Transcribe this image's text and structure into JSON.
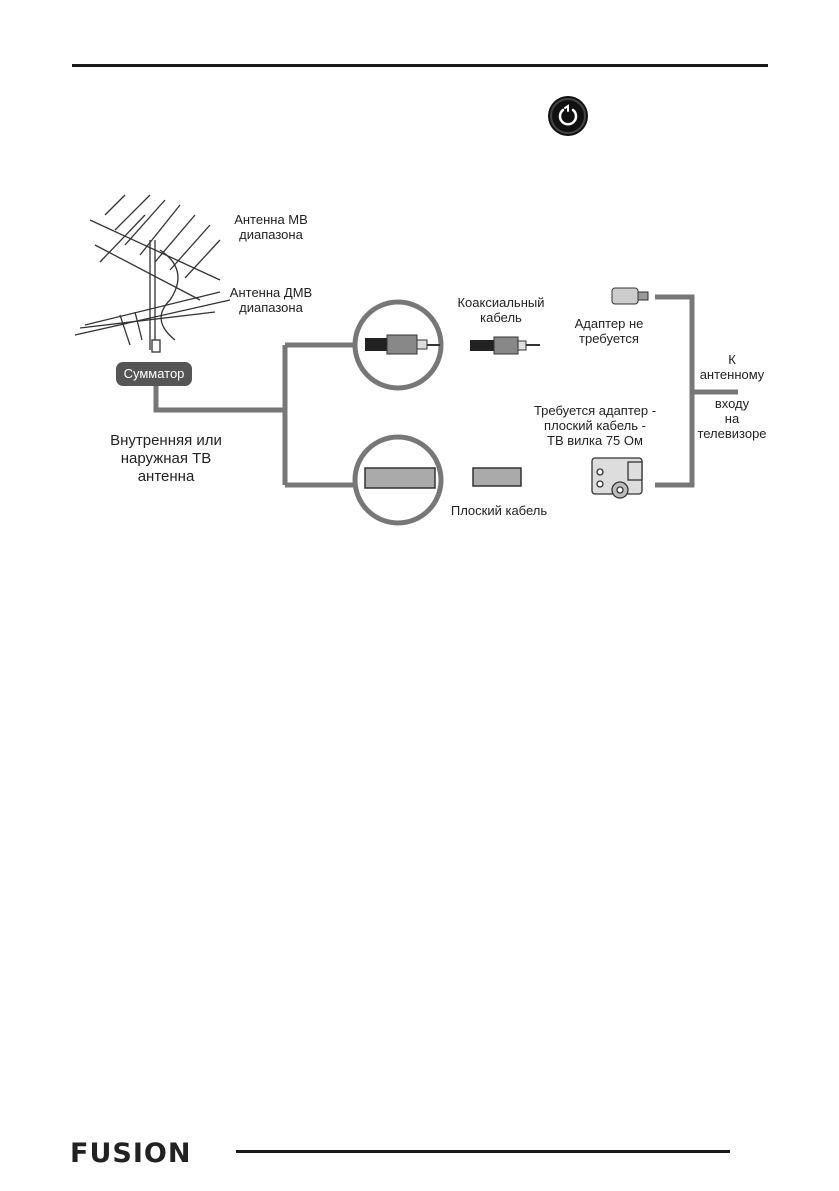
{
  "labels": {
    "mv_antenna": "Антенна МВ\nдиапазона",
    "dmv_antenna": "Антенна ДМВ\nдиапазона",
    "combiner": "Сумматор",
    "indoor_outdoor_antenna": "Внутренняя или\nнаружная ТВ\nантенна",
    "coax_cable": "Коаксиальный\nкабель",
    "no_adapter": "Адаптер не\nтребуется",
    "adapter_required": "Требуется адаптер -\nплоский кабель -\nТВ вилка 75 Ом",
    "flat_cable": "Плоский кабель",
    "to_antenna_input_1": "К\nантенному",
    "to_antenna_input_2": "входу\nна\nтелевизоре"
  },
  "brand": {
    "logo_text": "FUSION"
  },
  "icons": {
    "power": "power-icon"
  },
  "colors": {
    "line_gray": "#777777",
    "dark": "#1a1a1a",
    "combiner_bg": "#555555"
  }
}
